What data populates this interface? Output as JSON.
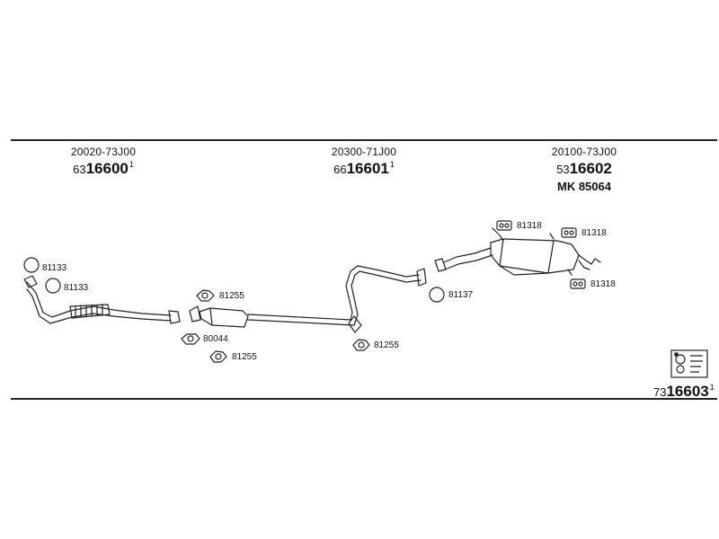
{
  "headers": {
    "front": {
      "oe": "20020-73J00",
      "prefix": "63",
      "main": "16600",
      "sup": "1"
    },
    "middle": {
      "oe": "20300-71J00",
      "prefix": "66",
      "main": "16601",
      "sup": "1"
    },
    "rear": {
      "oe": "20100-73J00",
      "prefix": "53",
      "main": "16602",
      "mk": "MK  85064"
    }
  },
  "labels": {
    "ring_81133_a": "81133",
    "ring_81133_b": "81133",
    "gasket_81255_a": "81255",
    "gasket_80044": "80044",
    "gasket_81255_b": "81255",
    "gasket_81255_c": "81255",
    "ring_81137": "81137",
    "hanger_81318_a": "81318",
    "hanger_81318_b": "81318",
    "hanger_81318_c": "81318"
  },
  "kit": {
    "prefix": "73",
    "main": "16603",
    "sup": "1"
  },
  "colors": {
    "line": "#222222",
    "background": "#ffffff"
  }
}
